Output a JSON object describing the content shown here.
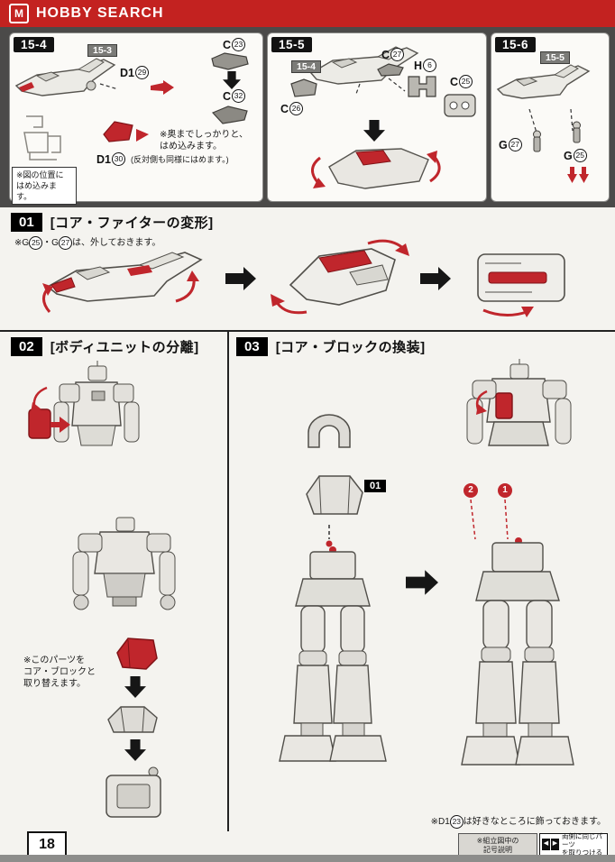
{
  "banner": {
    "title": "HOBBY SEARCH",
    "logo_letter": "M"
  },
  "panel154": {
    "tag": "15-4",
    "ref": "15-3",
    "part_d1a": {
      "letter": "D1",
      "number": "29"
    },
    "part_c23": {
      "letter": "C",
      "number": "23"
    },
    "part_c32": {
      "letter": "C",
      "number": "32"
    },
    "part_d1b": {
      "letter": "D1",
      "number": "30"
    },
    "note_fit_1": "※奥までしっかりと、",
    "note_fit_2": "はめ込みます。",
    "note_d1b": "(反対側も同様にはめます。)",
    "note_pos_1": "※図の位置に",
    "note_pos_2": "はめ込みます。"
  },
  "panel155": {
    "tag": "15-5",
    "ref": "15-4",
    "part_c27": {
      "letter": "C",
      "number": "27"
    },
    "part_h6": {
      "letter": "H",
      "number": "6"
    },
    "part_c25": {
      "letter": "C",
      "number": "25"
    },
    "part_c26": {
      "letter": "C",
      "number": "26"
    }
  },
  "panel156": {
    "tag": "15-6",
    "ref": "15-5",
    "part_g27": {
      "letter": "G",
      "number": "27"
    },
    "part_g25": {
      "letter": "G",
      "number": "25"
    }
  },
  "section01": {
    "num": "01",
    "title": "[コア・ファイターの変形]",
    "note_prefix": "※G",
    "note_n1": "25",
    "note_mid": "・G",
    "note_n2": "27",
    "note_suffix": "は、外しておきます。"
  },
  "section02": {
    "num": "02",
    "title": "[ボディユニットの分離]",
    "note_1": "※このパーツを",
    "note_2": "コア・ブロックと",
    "note_3": "取り替えます。"
  },
  "section03": {
    "num": "03",
    "title": "[コア・ブロックの換装]",
    "ref01": "01",
    "step1": "1",
    "step2": "2",
    "note_prefix": "※D1",
    "note_num": "23",
    "note_suffix": "は好きなところに飾っておきます。"
  },
  "footer": {
    "page_number": "18",
    "legend1_1": "※組立図中の",
    "legend1_2": "記号説明",
    "legend2_1": "両側に同じパーツ",
    "legend2_2": "を取りつける"
  }
}
